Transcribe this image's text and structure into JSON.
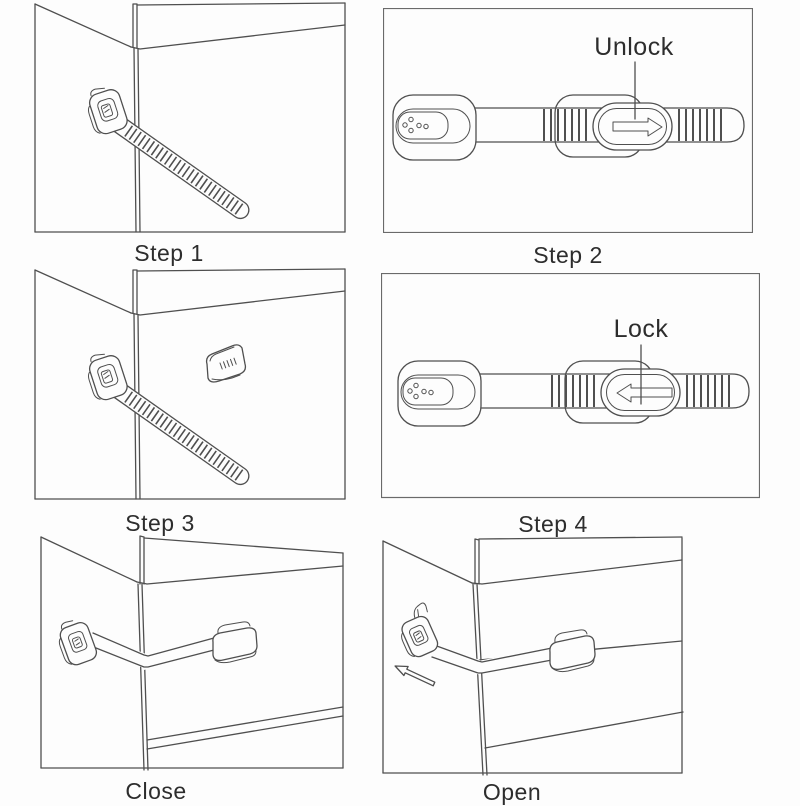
{
  "panels": [
    {
      "caption": "Step 1"
    },
    {
      "caption": "Step 2",
      "annotation": "Unlock"
    },
    {
      "caption": "Step 3"
    },
    {
      "caption": "Step 4",
      "annotation": "Lock"
    },
    {
      "caption": "Close"
    },
    {
      "caption": "Open"
    }
  ],
  "colors": {
    "line": "#4f4f4f",
    "text": "#2d2d2d",
    "background": "#fdfdfd",
    "panel_border": "#6a6a6a"
  }
}
